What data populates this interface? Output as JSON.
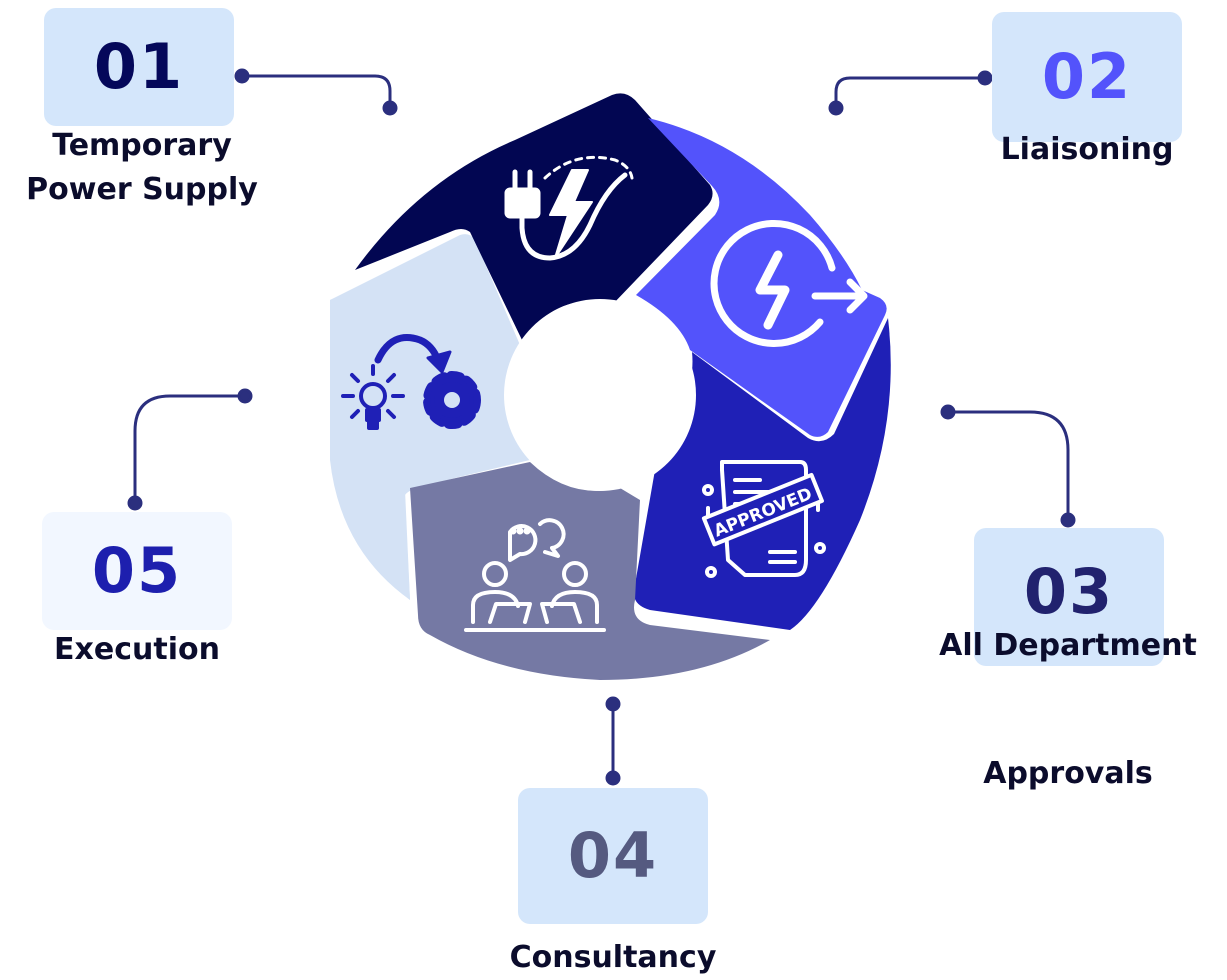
{
  "colors": {
    "step1": "#020652",
    "step2": "#5353fb",
    "step3": "#1f20b6",
    "step4": "#7579a4",
    "step5": "#d4e2f5",
    "connector": "#2b2f7e",
    "box": "#d4e6fb"
  },
  "steps": [
    {
      "number": "01",
      "label_line1": "Temporary",
      "label_line2": "Power Supply",
      "icon": "power-plug-lightning-icon",
      "color": "#05085a"
    },
    {
      "number": "02",
      "label_line1": "Liaisoning",
      "icon": "lightning-cycle-icon",
      "color": "#5353fb"
    },
    {
      "number": "03",
      "label_line1": "All Department",
      "label_line2": "Approvals",
      "icon": "approved-document-icon",
      "color": "#21226e"
    },
    {
      "number": "04",
      "label_line1": "Consultancy",
      "icon": "meeting-consultation-icon",
      "color": "#555a80"
    },
    {
      "number": "05",
      "label_line1": "Execution",
      "icon": "idea-to-gear-icon",
      "color": "#1d1fae"
    }
  ],
  "icon_texts": {
    "approved": "APPROVED"
  }
}
